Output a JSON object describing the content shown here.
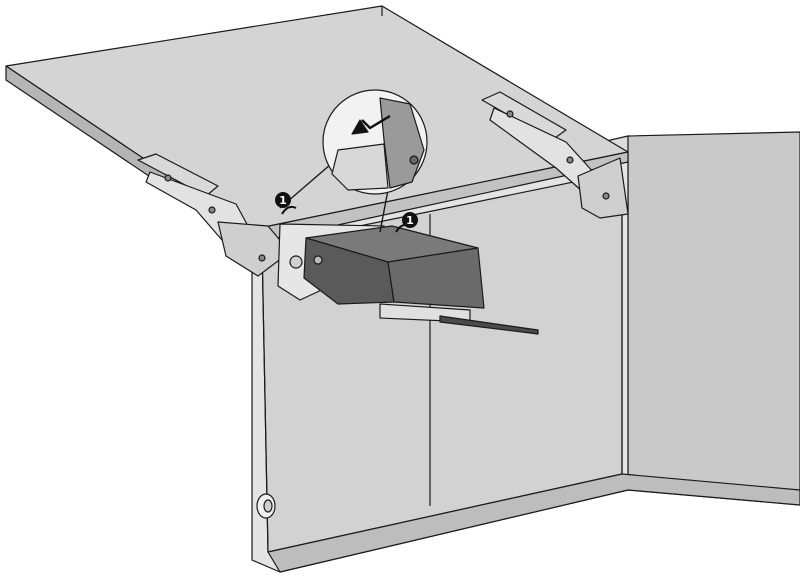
{
  "diagram": {
    "callouts": [
      {
        "id": "callout-1-left",
        "label": "1"
      },
      {
        "id": "callout-1-right",
        "label": "1"
      }
    ],
    "colors": {
      "panel_light": "#d9d9d9",
      "panel_mid": "#c9c9c9",
      "panel_dark": "#bdbdbd",
      "mechanism_dark": "#5a5a5a",
      "mechanism_mid": "#7a7a7a",
      "outline": "#1a1a1a",
      "callout_fill": "#111111"
    }
  }
}
